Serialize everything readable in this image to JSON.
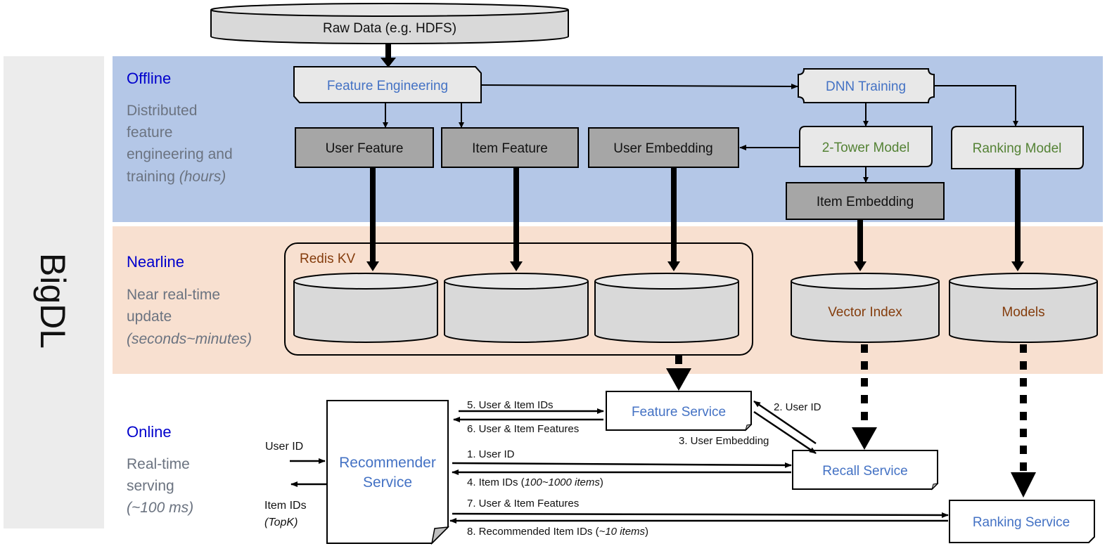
{
  "side_label": "BigDL",
  "colors": {
    "offline_band": "#b4c7e7",
    "nearline_band": "#f8e0d0",
    "side_panel": "#ececec",
    "service_text": "#4472c4",
    "model_text": "#548235",
    "store_text": "#843c0c",
    "tier_title": "#0000cc"
  },
  "raw_data": "Raw Data (e.g. HDFS)",
  "offline": {
    "title": "Offline",
    "desc_lines": [
      "Distributed",
      "feature",
      "engineering  and"
    ],
    "desc_last": "training ",
    "desc_last_italic": "(hours)",
    "desc_last_end": ")",
    "feature_engineering": "Feature Engineering",
    "dnn_training": "DNN Training",
    "user_feature": "User Feature",
    "item_feature": "Item Feature",
    "user_embedding": "User Embedding",
    "two_tower": "2-Tower Model",
    "ranking_model": "Ranking Model",
    "item_embedding": "Item Embedding"
  },
  "nearline": {
    "title": "Nearline",
    "desc_lines": [
      "Near real-time",
      "update"
    ],
    "desc_italic": "(seconds~minutes)",
    "redis": "Redis KV",
    "vector_index": "Vector Index",
    "models": "Models"
  },
  "online": {
    "title": "Online",
    "desc_lines": [
      "Real-time",
      "serving"
    ],
    "desc_italic": "(~100 ms)",
    "recommender": [
      "Recommender",
      "Service"
    ],
    "feature_service": "Feature Service",
    "recall_service": "Recall Service",
    "ranking_service": "Ranking Service",
    "user_id_in": "User ID",
    "item_ids_out": "Item IDs",
    "topk": "(TopK)",
    "step1": "1. User ID",
    "step2": "2. User ID",
    "step3": "3. User Embedding",
    "step4": "4. Item IDs (",
    "step4_italic": "100~1000 items",
    "step5": "5. User & Item IDs",
    "step6": "6. User & Item Features",
    "step7": "7. User & Item Features",
    "step8": "8. Recommended Item IDs (",
    "step8_italic": "~10 items",
    "close_paren": ")"
  }
}
